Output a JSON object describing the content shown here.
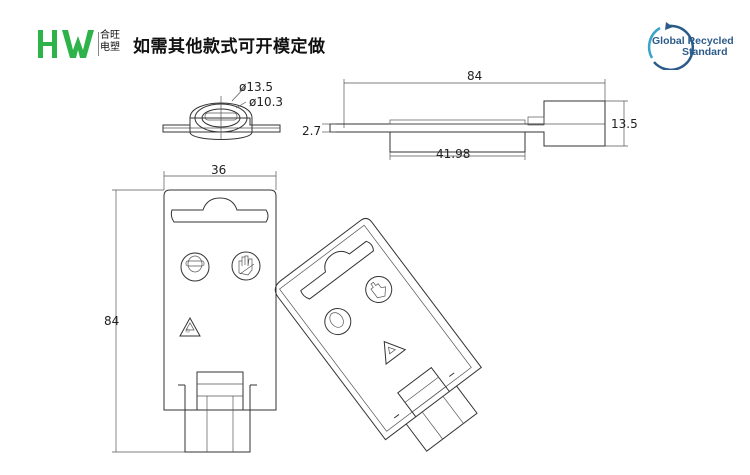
{
  "header": {
    "logo_text": "HW",
    "logo_sub_1": "合旺",
    "logo_sub_2": "电塑",
    "tagline": "如需其他款式可开模定做",
    "grs_line1": "Global Recycled",
    "grs_line2": "Standard"
  },
  "dimensions": {
    "outer_diameter": "ø13.5",
    "inner_diameter": "ø10.3",
    "side_length": "84",
    "side_thickness": "2.7",
    "side_height": "13.5",
    "side_inner": "41.98",
    "front_width": "36",
    "front_height": "84"
  },
  "icons": [
    "safety-goggles-icon",
    "gloves-icon",
    "recycle-icon"
  ],
  "colors": {
    "logo_green": "#2db34a",
    "line": "#333333",
    "grs_blue": "#2b5b8a"
  }
}
